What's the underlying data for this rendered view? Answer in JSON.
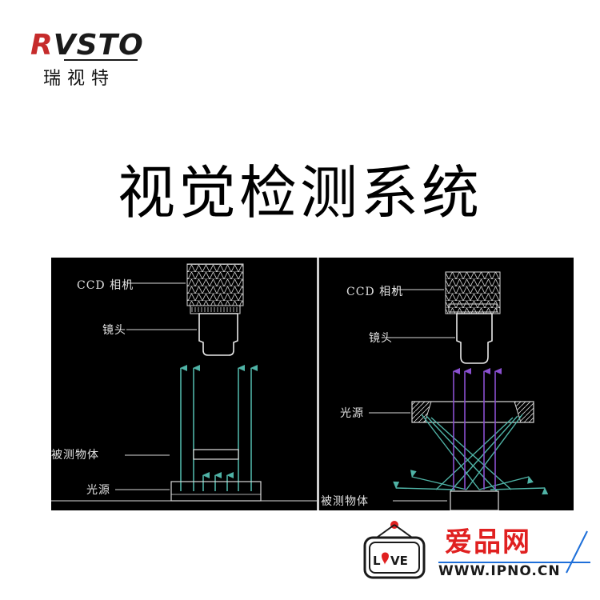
{
  "brand": {
    "logo_latin_first": "R",
    "logo_latin_rest": "VSTO",
    "logo_chinese": "瑞视特",
    "accent_color": "#c62b2b"
  },
  "title": "视觉检测系统",
  "left_diagram": {
    "labels": {
      "camera": "CCD 相机",
      "lens": "镜头",
      "object": "被测物体",
      "light": "光源"
    },
    "arrow_color": "#4fb3a6"
  },
  "right_diagram": {
    "labels": {
      "camera": "CCD 相机",
      "lens": "镜头",
      "light": "光源",
      "object": "被测物体"
    },
    "arrow_colors": [
      "#8a4fd0",
      "#4fb3a6"
    ]
  },
  "watermark": {
    "icon_text": "LOVE",
    "site_name": "爱品网",
    "url": "WWW.IPNO.CN",
    "colors": [
      "#e02020",
      "#1e6fd9"
    ]
  }
}
